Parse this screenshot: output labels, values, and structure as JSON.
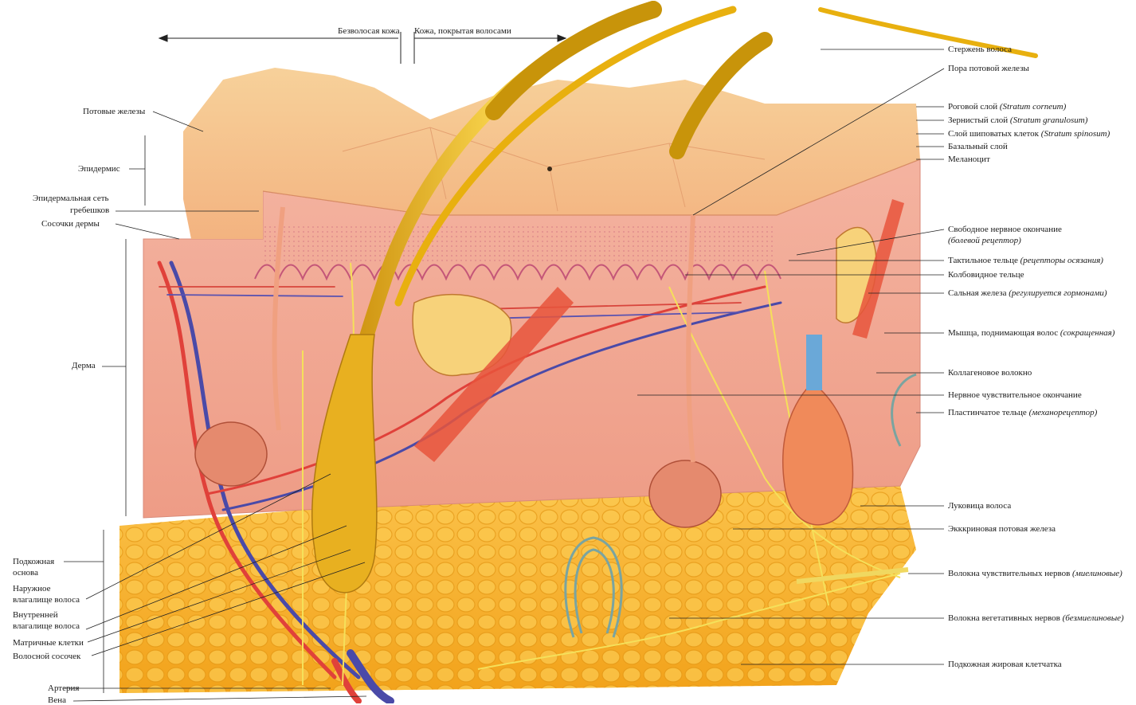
{
  "header": {
    "hairless": "Безволосая кожа",
    "hairy": "Кожа, покрытая волосами"
  },
  "left_labels": {
    "sweat_glands": "Потовые железы",
    "epidermis": "Эпидермис",
    "ridge_line1": "Эпидермальная сеть",
    "ridge_line2": "гребешков",
    "dermal_papillae": "Сосочки дермы",
    "dermis": "Дерма",
    "hypodermis_line1": "Подкожная",
    "hypodermis_line2": "основа",
    "outer_sheath_line1": "Наружное",
    "outer_sheath_line2": "влагалище волоса",
    "inner_sheath_line1": "Внутренней",
    "inner_sheath_line2": "влагалище волоса",
    "matrix_cells": "Матричные клетки",
    "hair_papilla": "Волосной сосочек",
    "artery": "Артерия",
    "vein": "Вена"
  },
  "right_labels": [
    {
      "text": "Стержень волоса",
      "italic": ""
    },
    {
      "text": "Пора потовой железы",
      "italic": ""
    },
    {
      "text": "Роговой слой ",
      "italic": "(Stratum corneum)"
    },
    {
      "text": "Зернистый слой ",
      "italic": "(Stratum granulosum)"
    },
    {
      "text": "Слой шиповатых клеток ",
      "italic": "(Stratum spinosum)"
    },
    {
      "text": "Базальный слой",
      "italic": ""
    },
    {
      "text": "Меланоцит",
      "italic": ""
    },
    {
      "text": "Свободное нервное окончание",
      "italic": ""
    },
    {
      "text": "",
      "italic": "(болевой рецептор)"
    },
    {
      "text": "Тактильное тельце ",
      "italic": "(рецепторы осязания)"
    },
    {
      "text": "Колбовидное тельце",
      "italic": ""
    },
    {
      "text": "Сальная железа ",
      "italic": "(регулируется гормонами)"
    },
    {
      "text": "Мышца, поднимающая волос ",
      "italic": "(сокращенная)"
    },
    {
      "text": "Коллагеновое волокно",
      "italic": ""
    },
    {
      "text": "Нервное чувствительное окончание",
      "italic": ""
    },
    {
      "text": "Пластинчатое тельце ",
      "italic": "(механорецептор)"
    },
    {
      "text": "Луковица волоса",
      "italic": ""
    },
    {
      "text": "Экккриновая потовая железа",
      "italic": ""
    },
    {
      "text": "Волокна чувствительных нервов ",
      "italic": "(миелиновые)"
    },
    {
      "text": "Волокна вегетативных нервов ",
      "italic": "(безмиелиновые)"
    },
    {
      "text": "Подкожная жировая клетчатка",
      "italic": ""
    }
  ],
  "colors": {
    "epidermis": "#f4b48a",
    "dermis": "#f2a58e",
    "fat": "#f9b321",
    "hair": "#e8b00f",
    "artery": "#e0413a",
    "vein": "#4a4aa8",
    "nerve": "#f5e05a"
  }
}
